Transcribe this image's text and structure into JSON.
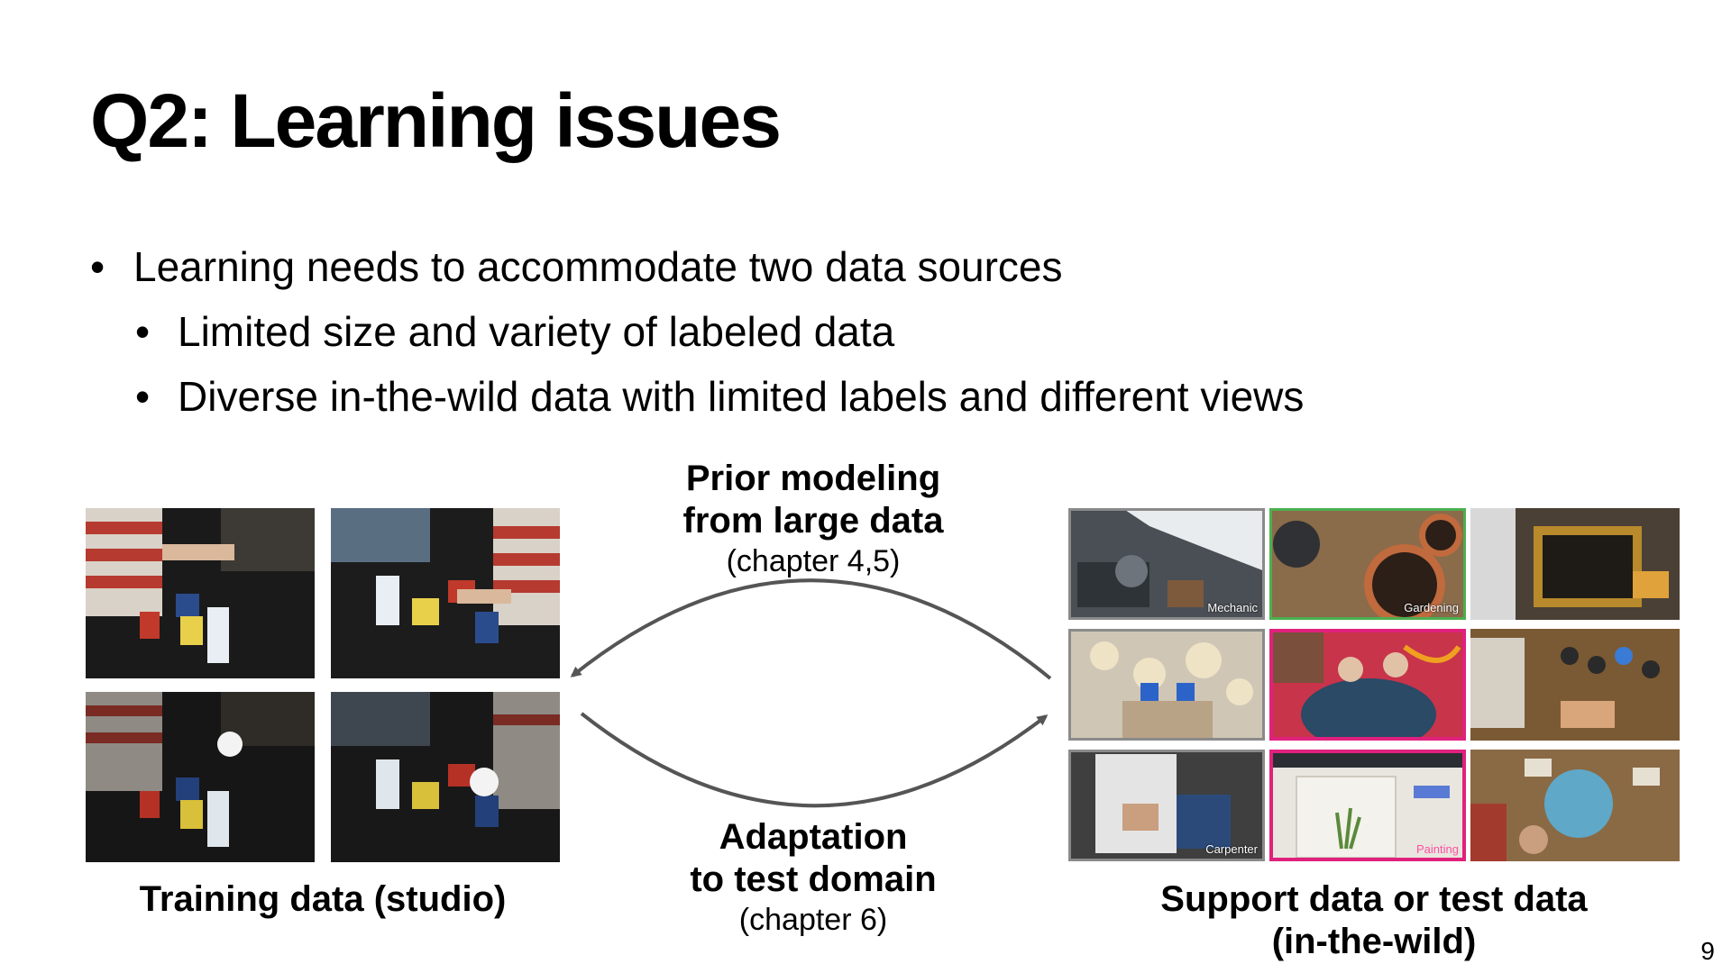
{
  "slide": {
    "title": "Q2: Learning issues",
    "bullets": [
      {
        "level": 1,
        "text": "Learning needs to accommodate two data sources"
      },
      {
        "level": 2,
        "text": "Limited size and variety of labeled data"
      },
      {
        "level": 2,
        "text": "Diverse in-the-wild data with limited labels and different views"
      }
    ],
    "bullet_glyph": "•",
    "top_arrow": {
      "line1": "Prior modeling",
      "line2": "from large data",
      "sub": "(chapter 4,5)"
    },
    "bottom_arrow": {
      "line1": "Adaptation",
      "line2": "to test domain",
      "sub": "(chapter 6)"
    },
    "left_caption": "Training data (studio)",
    "right_caption": {
      "line1": "Support data or test data",
      "line2": "(in-the-wild)"
    },
    "tiles": {
      "mechanic": "Mechanic",
      "gardening": "Gardening",
      "carpenter": "Carpenter",
      "painting": "Painting"
    },
    "page_number": "9",
    "colors": {
      "arrow": "#555555",
      "green_frame": "#4caf50",
      "pink_frame": "#e0217d"
    }
  }
}
